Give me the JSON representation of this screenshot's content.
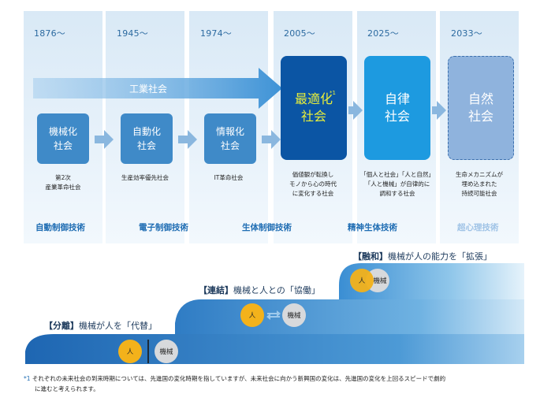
{
  "years": [
    "1876〜",
    "1945〜",
    "1974〜",
    "2005〜",
    "2025〜",
    "2033〜"
  ],
  "arrow_label": "工業社会",
  "small_boxes": [
    {
      "line1": "機械化",
      "line2": "社会"
    },
    {
      "line1": "自動化",
      "line2": "社会"
    },
    {
      "line1": "情報化",
      "line2": "社会"
    }
  ],
  "big_boxes": [
    {
      "mark": "*1",
      "line1": "最適化",
      "line2": "社会"
    },
    {
      "line1": "自律",
      "line2": "社会"
    },
    {
      "line1": "自然",
      "line2": "社会"
    }
  ],
  "descriptions": [
    [
      "第2次",
      "産業革命社会"
    ],
    [
      "生産効率優先社会"
    ],
    [
      "IT革命社会"
    ],
    [
      "価値観が転換し",
      "モノから心の時代",
      "に変化する社会"
    ],
    [
      "「個人と社会」「人と自然」",
      "「人と機械」が自律的に",
      "調和する社会"
    ],
    [
      "生命メカニズムが",
      "埋め込まれた",
      "持続可能社会"
    ]
  ],
  "technologies": [
    "自動制御技術",
    "電子制御技術",
    "生体制御技術",
    "精神生体技術",
    "超心理技術"
  ],
  "stages": [
    {
      "tag": "【分離】",
      "text": "機械が人を「代替」"
    },
    {
      "tag": "【連結】",
      "text": "機械と人との「協働」"
    },
    {
      "tag": "【融和】",
      "text": "機械が人の能力を「拡張」"
    }
  ],
  "human_label": "人",
  "machine_label": "機械",
  "footnote": {
    "mark": "*1",
    "line1": "それぞれの未来社会の到来時期については、先進国の変化時期を指していますが、未来社会に向かう新興国の変化は、先進国の変化を上回るスピードで劇的",
    "line2": "に進むと考えられます。"
  },
  "colors": {
    "column_bg": "#d9e9f6",
    "small_box": "#3f8ac8",
    "optimized_box": "#0b55a4",
    "optimized_text": "#e8ee3a",
    "autonomous_box": "#1d9ae0",
    "natural_box": "#8fb3dd",
    "tech_text": "#1f6db3",
    "tech_text_faint": "#9fc3e6",
    "human": "#f3b21b",
    "machine": "#d7d9dc"
  }
}
